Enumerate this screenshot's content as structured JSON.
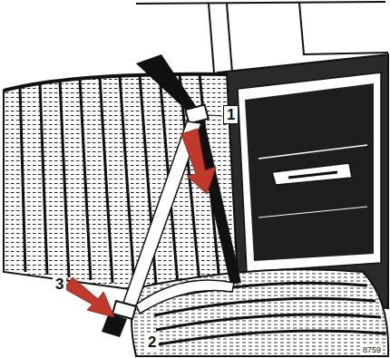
{
  "diagram": {
    "labels": [
      "1",
      "2",
      "3",
      "8759"
    ]
  }
}
